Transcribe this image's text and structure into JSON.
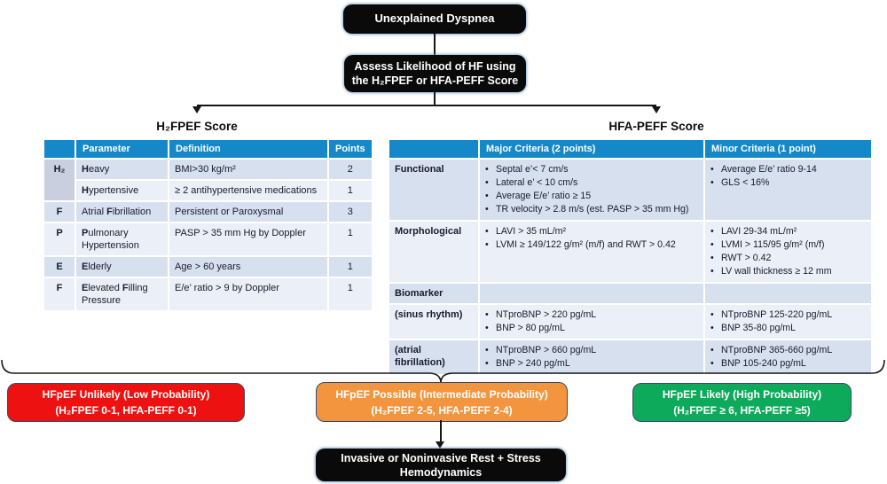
{
  "colors": {
    "header_blue": "#1588C9",
    "stripe_dark": "#D7E0EF",
    "stripe_light": "#EBEFF7",
    "letter_bg": "#C9CFDF",
    "unlikely_red": "#EE1111",
    "possible_orange": "#F2953E",
    "likely_green": "#0DAA5B"
  },
  "flow": {
    "dyspnea": "Unexplained Dyspnea",
    "assess_line1": "Assess Likelihood of HF using",
    "assess_line2": "the H₂FPEF or HFA-PEFF Score",
    "hemodynamics_line1": "Invasive or Noninvasive Rest + Stress",
    "hemodynamics_line2": "Hemodynamics"
  },
  "h2fpef": {
    "title": "H₂FPEF Score",
    "headers": [
      "Parameter",
      "Definition",
      "Points"
    ],
    "rows": [
      {
        "letter": "H₂",
        "rowspan": 2,
        "parameter": [
          {
            "b": "H"
          },
          {
            "t": "eavy"
          }
        ],
        "definition": "BMI>30 kg/m²",
        "points": "2"
      },
      {
        "parameter": [
          {
            "b": "H"
          },
          {
            "t": "ypertensive"
          }
        ],
        "definition": "≥ 2 antihypertensive medications",
        "points": "1"
      },
      {
        "letter": "F",
        "parameter": [
          {
            "t": "Atrial "
          },
          {
            "b": "F"
          },
          {
            "t": "ibrillation"
          }
        ],
        "definition": "Persistent or Paroxysmal",
        "points": "3"
      },
      {
        "letter": "P",
        "parameter": [
          {
            "b": "P"
          },
          {
            "t": "ulmonary Hypertension"
          }
        ],
        "definition": "PASP > 35 mm Hg by Doppler",
        "points": "1"
      },
      {
        "letter": "E",
        "parameter": [
          {
            "b": "E"
          },
          {
            "t": "lderly"
          }
        ],
        "definition": "Age > 60 years",
        "points": "1"
      },
      {
        "letter": "F",
        "parameter": [
          {
            "b": "E"
          },
          {
            "t": "levated "
          },
          {
            "b": "F"
          },
          {
            "t": "illing Pressure"
          }
        ],
        "definition": "E/e’ ratio > 9 by Doppler",
        "points": "1"
      }
    ]
  },
  "hfapeff": {
    "title": "HFA-PEFF Score",
    "headers": [
      "Major Criteria (2 points)",
      "Minor Criteria (1 point)"
    ],
    "rows": [
      {
        "label": "Functional",
        "major": [
          "Septal e’< 7 cm/s",
          "Lateral e’ < 10 cm/s",
          "Average E/e’ ratio ≥ 15",
          "TR velocity > 2.8 m/s (est. PASP > 35 mm Hg)"
        ],
        "minor": [
          "Average E/e’ ratio 9-14",
          "GLS < 16%"
        ]
      },
      {
        "label": "Morphological",
        "major": [
          "LAVI > 35 mL/m²",
          "LVMI ≥ 149/122 g/m² (m/f) and RWT > 0.42"
        ],
        "minor": [
          "LAVI 29-34 mL/m²",
          "LVMI > 115/95 g/m² (m/f)",
          "RWT > 0.42",
          "LV wall thickness ≥ 12 mm"
        ]
      },
      {
        "label": "Biomarker",
        "major": [],
        "minor": []
      },
      {
        "label": "(sinus rhythm)",
        "major": [
          "NTproBNP > 220 pg/mL",
          "BNP > 80 pg/mL"
        ],
        "minor": [
          "NTproBNP 125-220 pg/mL",
          "BNP 35-80 pg/mL"
        ]
      },
      {
        "label": "(atrial fibrillation)",
        "major": [
          "NTproBNP > 660 pg/mL",
          "BNP > 240 pg/mL"
        ],
        "minor": [
          "NTproBNP 365-660 pg/mL",
          "BNP 105-240 pg/mL"
        ]
      }
    ]
  },
  "outcomes": [
    {
      "line1": "HFpEF Unlikely (Low Probability)",
      "line2": "(H₂FPEF 0-1, HFA-PEFF 0-1)",
      "color": "#EE1111"
    },
    {
      "line1": "HFpEF Possible (Intermediate Probability)",
      "line2": "(H₂FPEF 2-5, HFA-PEFF 2-4)",
      "color": "#F2953E"
    },
    {
      "line1": "HFpEF Likely (High Probability)",
      "line2": "(H₂FPEF ≥ 6, HFA-PEFF ≥5)",
      "color": "#0DAA5B"
    }
  ]
}
